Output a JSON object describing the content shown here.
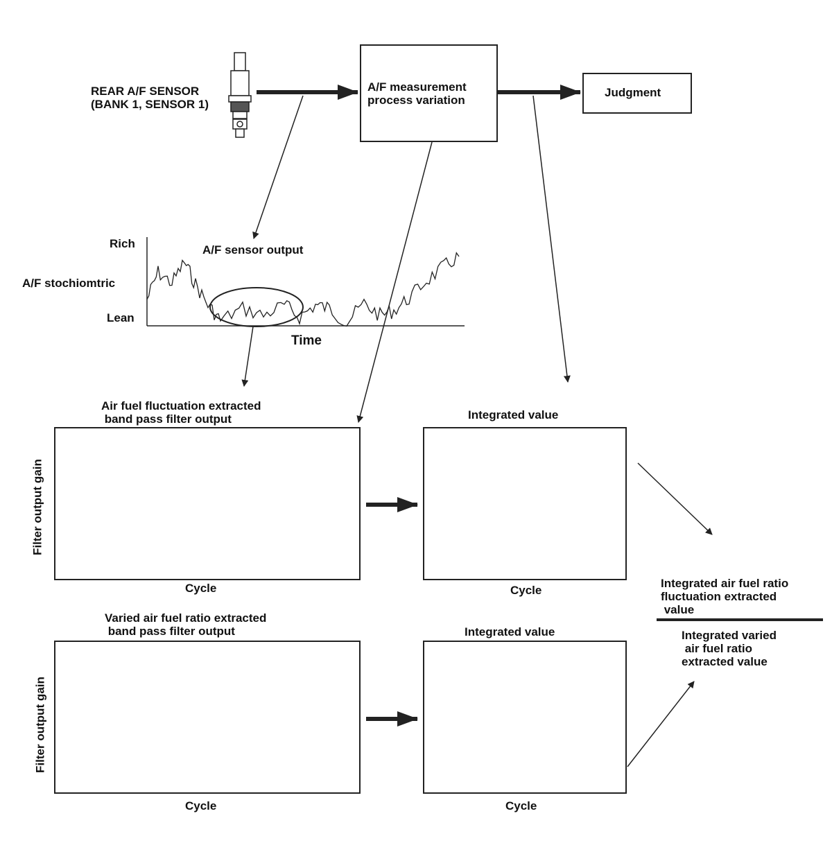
{
  "sensor": {
    "label": "REAR A/F SENSOR\n(BANK 1, SENSOR 1)",
    "icon": "af-sensor-icon"
  },
  "process_box": {
    "label": "A/F measurement\nprocess variation"
  },
  "judgment_box": {
    "label": "Judgment"
  },
  "sensor_chart": {
    "title": "A/F sensor output",
    "levels": [
      "Rich",
      "A/F stochiomtric",
      "Lean"
    ],
    "xlabel": "Time"
  },
  "panels": {
    "fluctuation_filter": {
      "title": "Air fuel fluctuation extracted\n band pass filter output",
      "ylabel": "Filter output gain",
      "xlabel": "Cycle"
    },
    "fluctuation_integrated": {
      "title": "Integrated value",
      "xlabel": "Cycle"
    },
    "varied_filter": {
      "title": "Varied air fuel ratio extracted\n band pass filter output",
      "ylabel": "Filter output gain",
      "xlabel": "Cycle"
    },
    "varied_integrated": {
      "title": "Integrated value",
      "xlabel": "Cycle"
    }
  },
  "ratio": {
    "numerator": "Integrated air fuel ratio\nfluctuation extracted\n value",
    "denominator": "Integrated varied\n air fuel ratio\nextracted value"
  },
  "colors": {
    "ink": "#222222",
    "background": "#ffffff"
  }
}
